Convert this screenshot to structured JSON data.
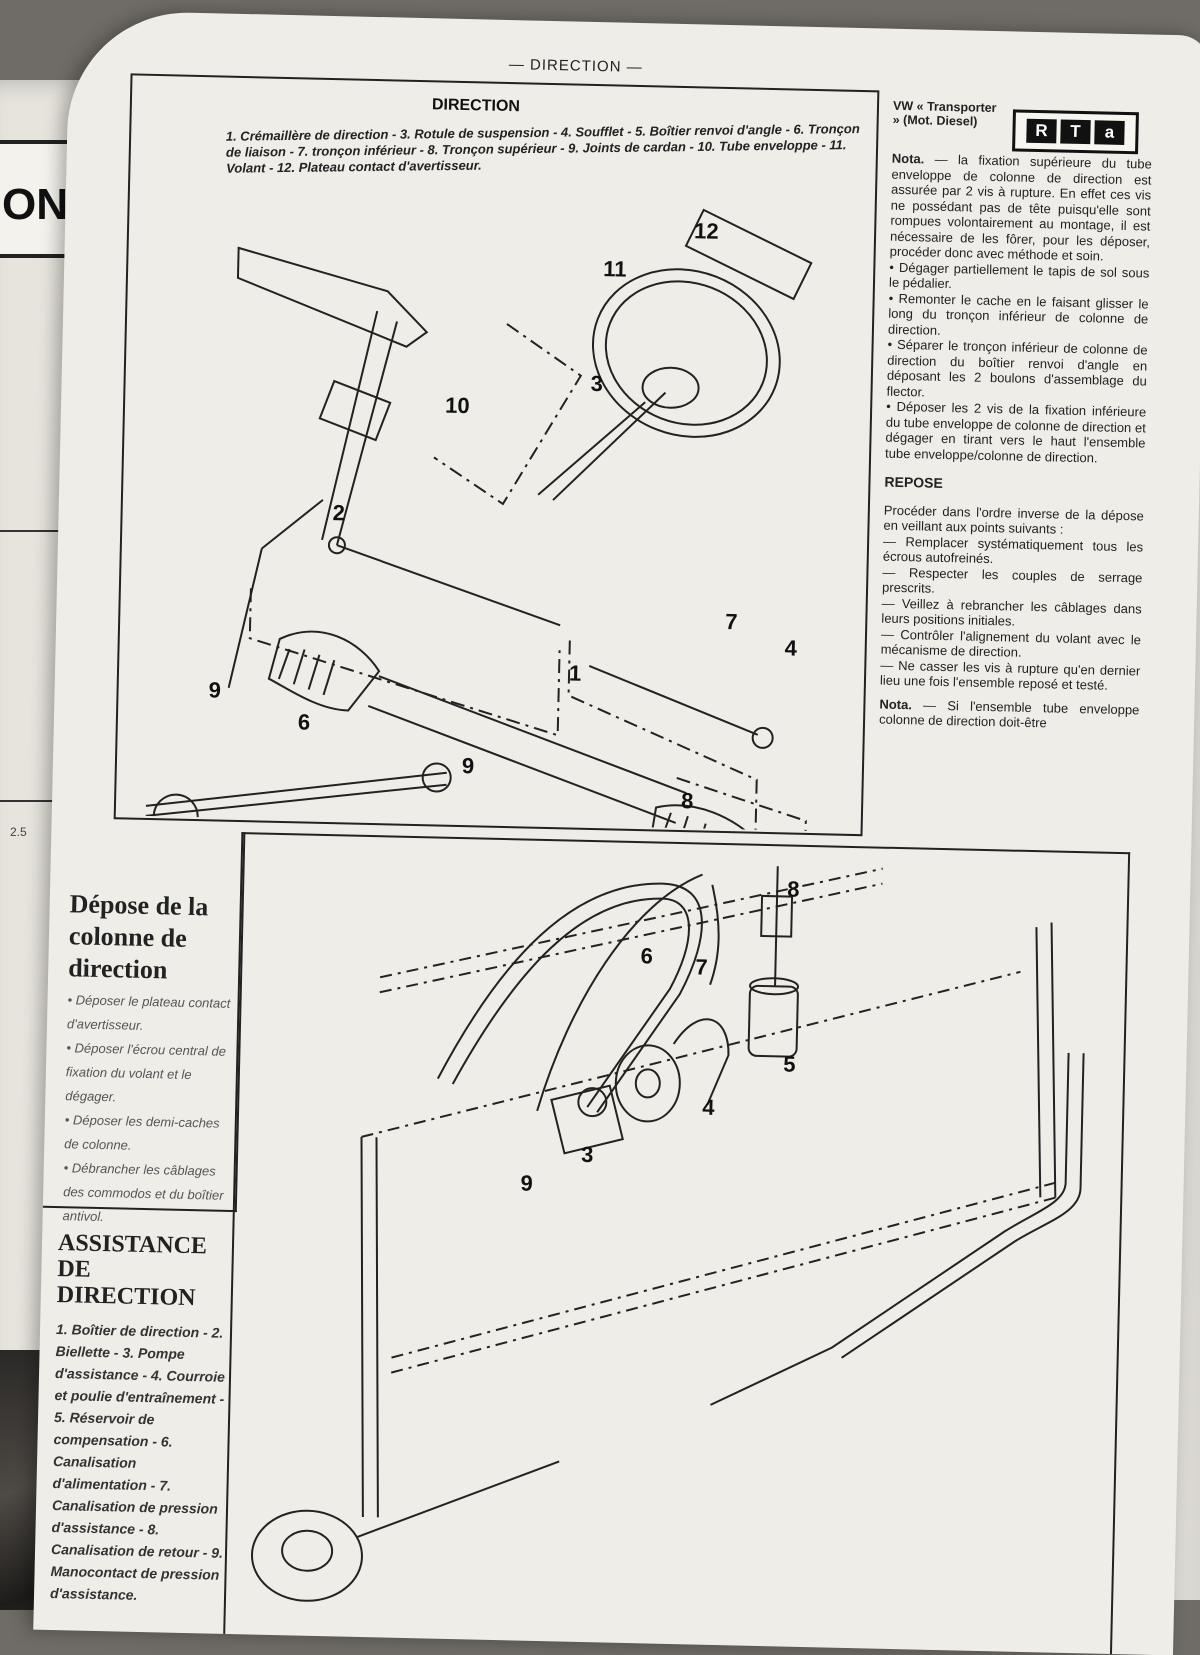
{
  "header": "— DIRECTION —",
  "left_page": {
    "tab_text": "ON",
    "number": "2.5"
  },
  "figure1": {
    "title": "DIRECTION",
    "legend": "1. Crémaillère de direction - 3. Rotule de suspension - 4. Soufflet - 5. Boîtier renvoi d'angle - 6. Tronçon de liaison - 7. tronçon inférieur - 8. Tronçon supérieur - 9. Joints de cardan - 10. Tube enveloppe - 11. Volant - 12. Plateau contact d'avertisseur.",
    "labels": [
      "1",
      "2",
      "3",
      "4",
      "6",
      "7",
      "8",
      "9",
      "9",
      "10",
      "11",
      "12"
    ]
  },
  "right_column": {
    "vehicle": "VW « Transporter » (Mot. Diesel)",
    "logo": [
      "R",
      "T",
      "a"
    ],
    "nota_title": "Nota.",
    "nota_text": "— la fixation supérieure du tube enveloppe de colonne de direction est assurée par 2 vis à rupture. En effet ces vis ne possédant pas de tête puisqu'elle sont rompues volontairement au montage, il est nécessaire de les fôrer, pour les déposer, procéder donc avec méthode et soin.",
    "steps": [
      "• Dégager partiellement le tapis de sol sous le pédalier.",
      "• Remonter le cache en le faisant glisser le long du tronçon inférieur de colonne de direction.",
      "• Séparer le tronçon inférieur de colonne de direction du boîtier renvoi d'angle en déposant les 2 boulons d'assemblage du flector.",
      "• Déposer les 2 vis de la fixation inférieure du tube enveloppe de colonne de direction et dégager en tirant vers le haut l'ensemble tube enveloppe/colonne de direction."
    ],
    "repose_title": "REPOSE",
    "repose_intro": "Procéder dans l'ordre inverse de la dépose en veillant aux points suivants :",
    "repose_items": [
      "— Remplacer systématiquement tous les écrous autofreinés.",
      "— Respecter les couples de serrage prescrits.",
      "— Veillez à rebrancher les câblages dans leurs positions initiales.",
      "— Contrôler l'alignement du volant avec le mécanisme de direction.",
      "— Ne casser les vis à rupture qu'en dernier lieu une fois l'ensemble reposé et testé."
    ],
    "nota2_title": "Nota.",
    "nota2_text": "— Si l'ensemble tube enveloppe colonne de direction doit-être"
  },
  "sidebox": {
    "title": "Dépose de la colonne de direction",
    "lines": [
      "• Déposer le plateau contact d'avertisseur.",
      "• Déposer l'écrou central de fixation du volant et le dégager.",
      "• Déposer les demi-caches de colonne.",
      "• Débrancher les câblages des commodos et du boîtier antivol."
    ]
  },
  "assistance": {
    "title": "ASSISTANCE DE DIRECTION",
    "text": "1. Boîtier de direction - 2. Biellette - 3. Pompe d'assistance - 4. Courroie et poulie d'entraînement - 5. Réservoir de compensation - 6. Canalisation d'alimentation - 7. Canalisation de pression d'assistance - 8. Canalisation de retour - 9. Manocontact de pression d'assistance."
  },
  "figure2": {
    "labels": [
      "3",
      "4",
      "5",
      "6",
      "7",
      "8",
      "9"
    ]
  }
}
